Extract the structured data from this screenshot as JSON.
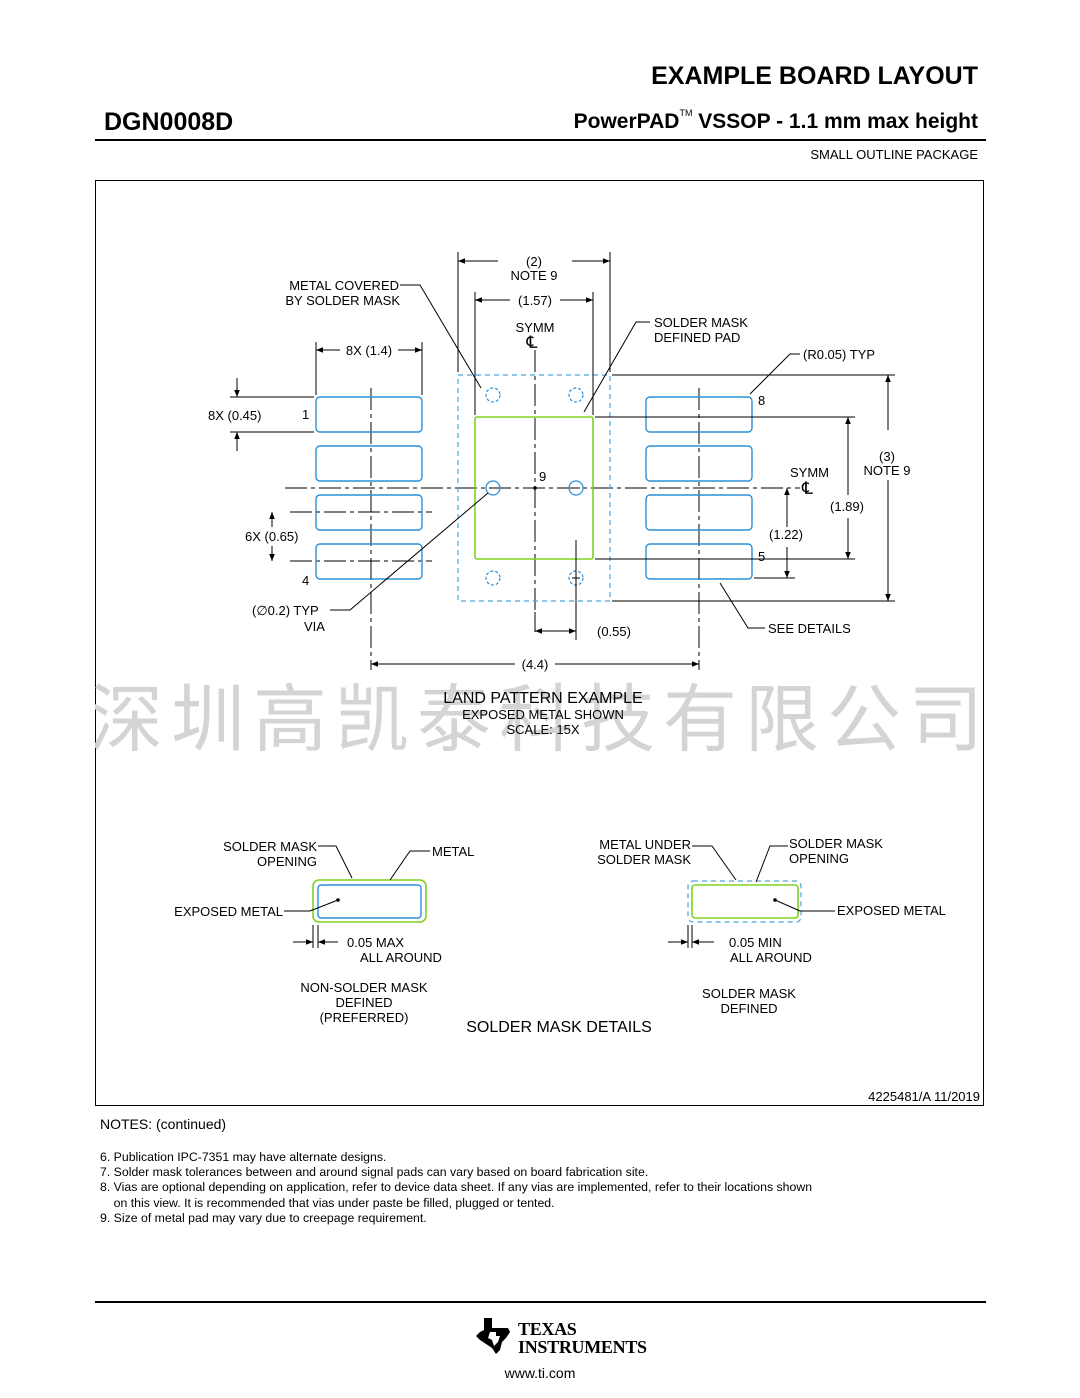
{
  "header": {
    "title": "EXAMPLE BOARD LAYOUT",
    "package_code": "DGN0008D",
    "subtitle_prefix": "PowerPAD",
    "subtitle_tm": "TM",
    "subtitle_suffix": " VSSOP - 1.1 mm max height",
    "package_type": "SMALL OUTLINE PACKAGE"
  },
  "land_pattern": {
    "dim_total_width": "(2)",
    "dim_total_width_note": "NOTE 9",
    "dim_pad_width": "(1.57)",
    "symm_label": "SYMM",
    "centerline": "℄",
    "metal_covered_l1": "METAL COVERED",
    "metal_covered_l2": "BY SOLDER MASK",
    "solder_mask_defined_l1": "SOLDER MASK",
    "solder_mask_defined_l2": "DEFINED PAD",
    "radius": "(R0.05) TYP",
    "pad_len": "8X (1.4)",
    "pad_width": "8X (0.45)",
    "pin1": "1",
    "pin4": "4",
    "pin5": "5",
    "pin8": "8",
    "pin9": "9",
    "pitch": "6X (0.65)",
    "total_height": "(3)",
    "total_height_note": "NOTE 9",
    "pad_height": "(1.89)",
    "via_pitch": "(1.22)",
    "via_dia": "(∅0.2) TYP",
    "via_label": "VIA",
    "via_offset": "(0.55)",
    "see_details": "SEE DETAILS",
    "span": "(4.4)",
    "title": "LAND PATTERN EXAMPLE",
    "exposed": "EXPOSED METAL SHOWN",
    "scale": "SCALE: 15X"
  },
  "watermark": "深圳高凯泰科技有限公司",
  "details": {
    "nsmd_opening_l1": "SOLDER MASK",
    "nsmd_opening_l2": "OPENING",
    "nsmd_metal": "METAL",
    "nsmd_exposed": "EXPOSED METAL",
    "nsmd_clear_l1": "0.05 MAX",
    "nsmd_clear_l2": "ALL AROUND",
    "nsmd_caption_l1": "NON-SOLDER MASK",
    "nsmd_caption_l2": "DEFINED",
    "nsmd_caption_l3": "(PREFERRED)",
    "smd_metal_l1": "METAL UNDER",
    "smd_metal_l2": "SOLDER MASK",
    "smd_opening_l1": "SOLDER MASK",
    "smd_opening_l2": "OPENING",
    "smd_exposed": "EXPOSED METAL",
    "smd_clear_l1": "0.05 MIN",
    "smd_clear_l2": "ALL AROUND",
    "smd_caption_l1": "SOLDER MASK",
    "smd_caption_l2": "DEFINED",
    "title": "SOLDER MASK DETAILS"
  },
  "doc_id": "4225481/A   11/2019",
  "notes": {
    "heading": "NOTES: (continued)",
    "items": [
      "6. Publication IPC-7351 may have alternate designs.",
      "7. Solder mask tolerances between and around signal pads can vary based on board fabrication site.",
      "8. Vias are optional depending on application, refer to device data sheet. If any vias are implemented, refer to their locations shown",
      "    on this view. It is recommended that vias under paste be filled, plugged or tented.",
      "9. Size of metal pad may vary due to creepage requirement."
    ]
  },
  "footer": {
    "logo_line1": "TEXAS",
    "logo_line2": "INSTRUMENTS",
    "url": "www.ti.com"
  },
  "colors": {
    "pad_outline": "#2b8fd6",
    "solder_mask_opening": "#7ed321",
    "solder_mask_dashed": "#4aa3e0"
  }
}
